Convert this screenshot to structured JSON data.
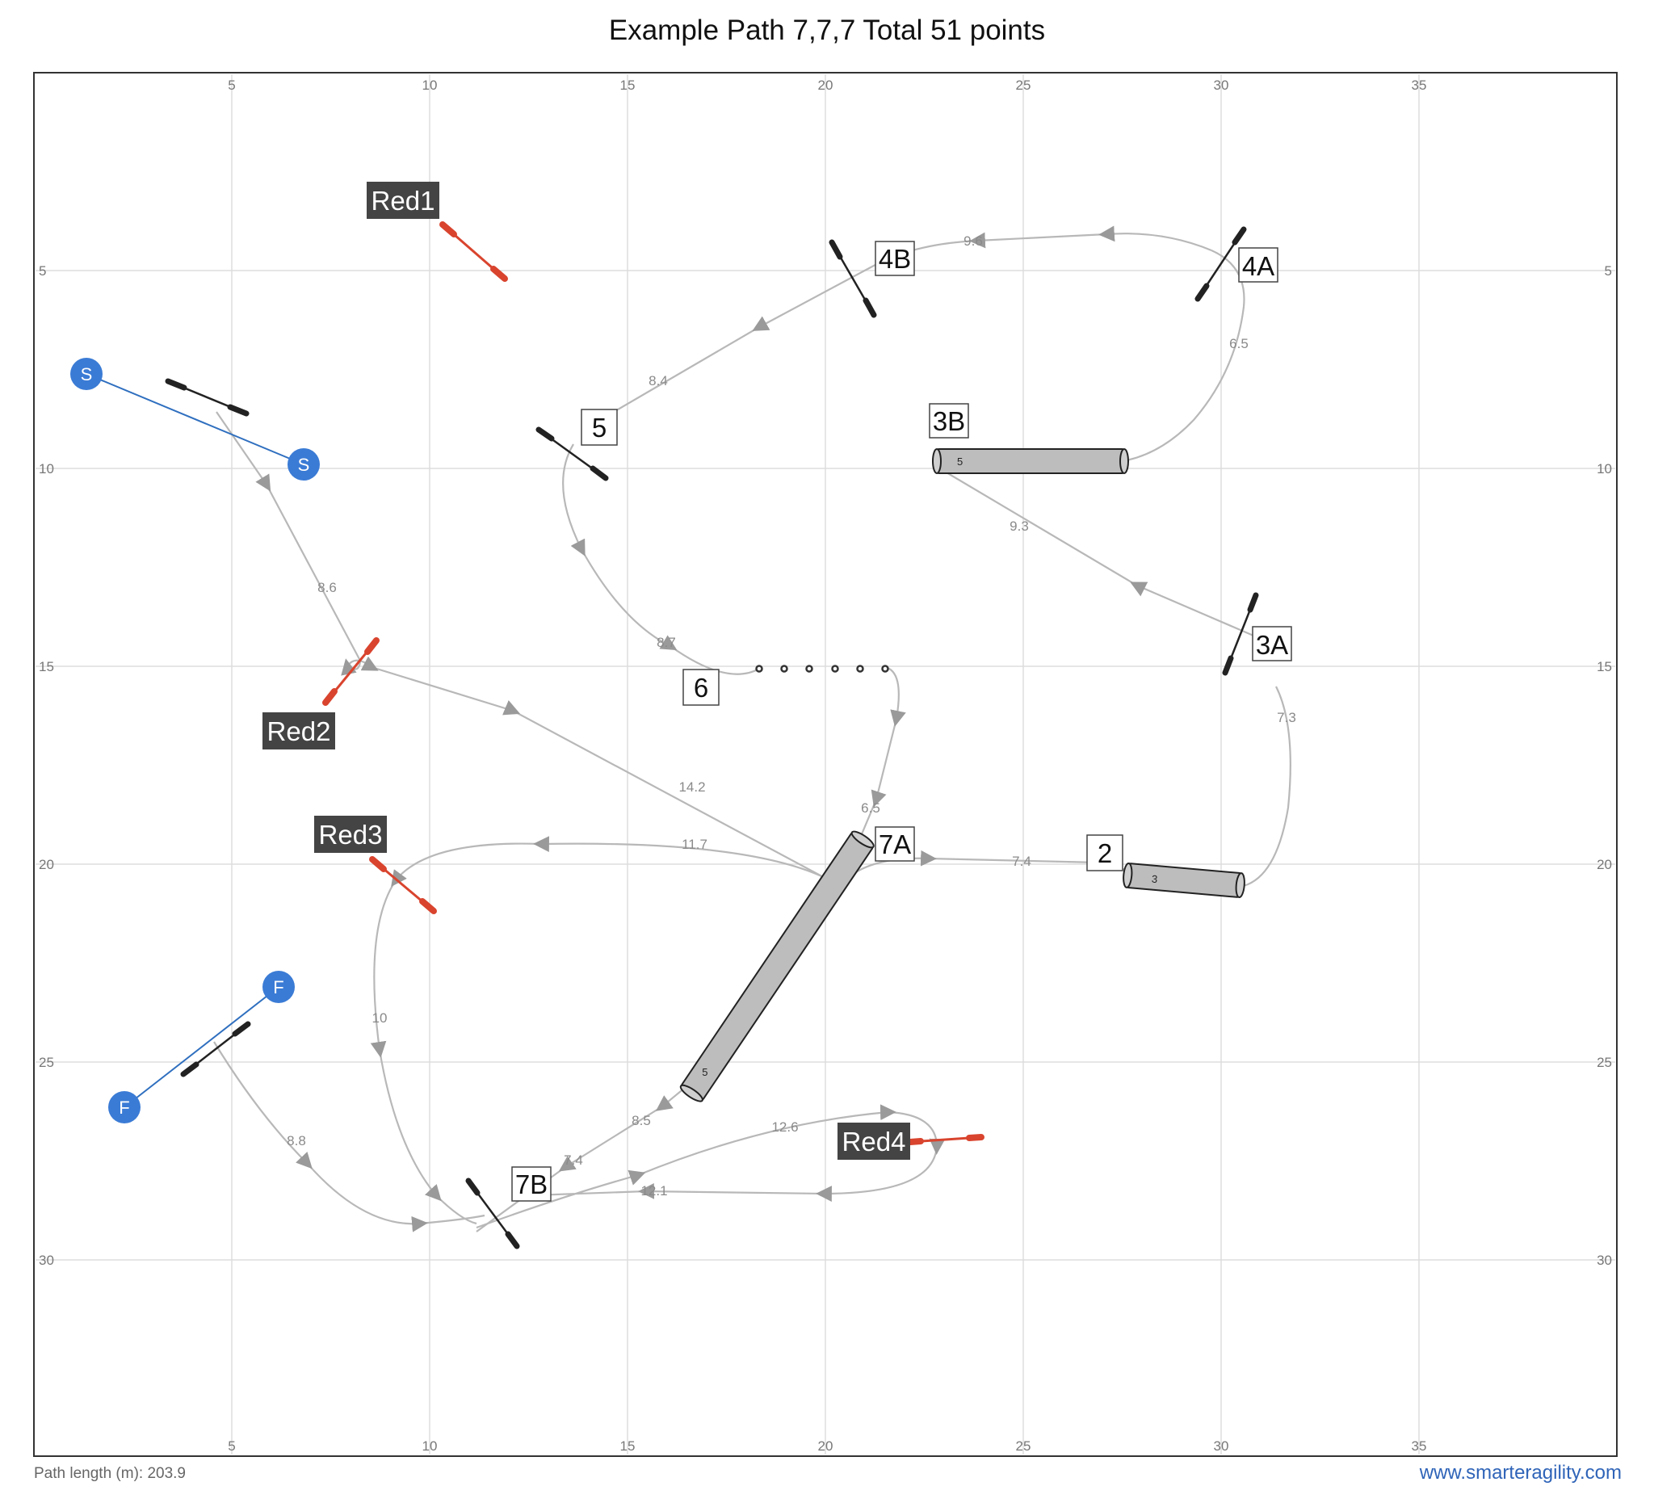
{
  "title": "Example Path 7,7,7 Total 51 points",
  "footer": {
    "path_length": "Path length (m): 203.9",
    "site": "www.smarteragility.com"
  },
  "axes": {
    "x_ticks": [
      "5",
      "10",
      "15",
      "20",
      "25",
      "30",
      "35"
    ],
    "y_ticks": [
      "5",
      "10",
      "15",
      "20",
      "25",
      "30"
    ],
    "grid": true
  },
  "colors": {
    "path": "#b5b5b5",
    "pole": "#222222",
    "red": "#d9442e",
    "point": "#3a7bd5",
    "label_dark": "#444444",
    "tunnel": "#bdbdbd"
  },
  "obstacles": {
    "labels": [
      {
        "id": "5",
        "text": "5"
      },
      {
        "id": "4B",
        "text": "4B"
      },
      {
        "id": "4A",
        "text": "4A"
      },
      {
        "id": "3B",
        "text": "3B"
      },
      {
        "id": "3A",
        "text": "3A"
      },
      {
        "id": "6",
        "text": "6"
      },
      {
        "id": "7A",
        "text": "7A"
      },
      {
        "id": "2",
        "text": "2"
      },
      {
        "id": "7B",
        "text": "7B"
      }
    ],
    "red_labels": [
      "Red1",
      "Red2",
      "Red3",
      "Red4"
    ],
    "tunnels": [
      {
        "id": "tunnel-3b",
        "number": "5"
      },
      {
        "id": "tunnel-2",
        "number": "3"
      },
      {
        "id": "tunnel-center",
        "number": "5"
      }
    ],
    "start_markers": [
      "S",
      "S"
    ],
    "finish_markers": [
      "F",
      "F"
    ]
  },
  "distances": [
    "9.6",
    "6.5",
    "8.4",
    "9.3",
    "8.6",
    "8.7",
    "7.3",
    "6.5",
    "14.2",
    "11.7",
    "7.4",
    "10",
    "8.8",
    "8.5",
    "7.4",
    "12.6",
    "12.1"
  ]
}
